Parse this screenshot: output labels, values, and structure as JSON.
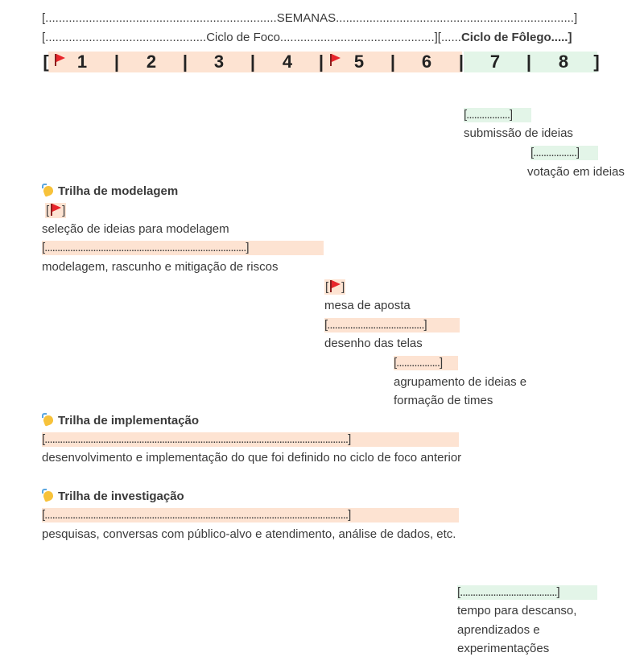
{
  "header": {
    "semanas_line": "[.....................................................................SEMANAS.......................................................................]",
    "ciclo_line_left": "[................................................Ciclo de Foco..............................................][......",
    "ciclo_line_right": "Ciclo de Fôlego.....]",
    "ciclo_foco": "Ciclo de Foco",
    "ciclo_folego": "Ciclo de Fôlego",
    "weeks": [
      "1",
      "2",
      "3",
      "4",
      "5",
      "6",
      "7",
      "8"
    ],
    "separator": "|",
    "open_bracket": "[",
    "close_bracket": "]"
  },
  "tracks": {
    "submissao": {
      "bar": "[.................]",
      "label": "submissão de ideias"
    },
    "votacao": {
      "bar": "[.................]",
      "label": "votação em ideias"
    },
    "modelagem": {
      "title": "Trilha de modelagem",
      "flag_bracket_open": "[",
      "flag_bracket_close": "]",
      "selecao_label": "seleção de ideias para modelagem",
      "bar": "[...............................................................................]",
      "bar_label": "modelagem, rascunho e mitigação de riscos",
      "mesa_label": "mesa de aposta",
      "telas_bar": "[......................................]",
      "telas_label": "desenho das telas",
      "agrup_bar": "[.................]",
      "agrup_label_1": "agrupamento de ideias e",
      "agrup_label_2": "formação de times"
    },
    "implementacao": {
      "title": "Trilha de implementação",
      "bar": "[.......................................................................................................................]",
      "label": "desenvolvimento e implementação do que foi definido no ciclo de foco anterior"
    },
    "investigacao": {
      "title": "Trilha de investigação",
      "bar": "[.......................................................................................................................]",
      "label": "pesquisas, conversas com público-alvo e atendimento, análise de dados, etc."
    },
    "descanso": {
      "bar": "[......................................]",
      "label_1": "tempo para descanso,",
      "label_2": "aprendizados e",
      "label_3": "experimentações"
    }
  },
  "colors": {
    "foco": "#fde3d2",
    "folego": "#e3f5e8",
    "flag": "#e8252b"
  }
}
